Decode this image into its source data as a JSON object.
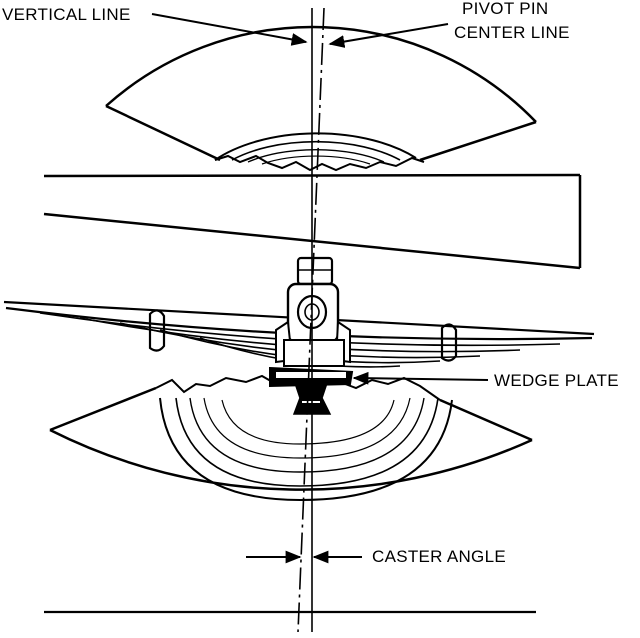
{
  "diagram": {
    "labels": {
      "vertical_line": "VERTICAL LINE",
      "pivot_pin_line1": "PIVOT PIN",
      "pivot_pin_line2": "CENTER LINE",
      "wedge_plate": "WEDGE PLATE",
      "caster_angle": "CASTER ANGLE"
    },
    "colors": {
      "ink": "#000000",
      "paper": "#ffffff"
    }
  }
}
